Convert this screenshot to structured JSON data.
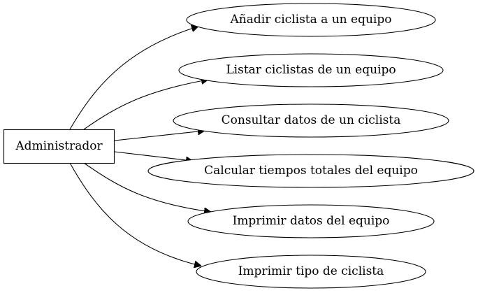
{
  "actor": {
    "label": "Administrador"
  },
  "use_cases": [
    {
      "label": "Añadir ciclista a un equipo"
    },
    {
      "label": "Listar ciclistas de un equipo"
    },
    {
      "label": "Consultar datos de un ciclista"
    },
    {
      "label": "Calcular tiempos totales del equipo"
    },
    {
      "label": "Imprimir datos del equipo"
    },
    {
      "label": "Imprimir tipo de ciclista"
    }
  ],
  "edges": [
    {
      "from": "actor",
      "to": 0
    },
    {
      "from": "actor",
      "to": 1
    },
    {
      "from": "actor",
      "to": 2
    },
    {
      "from": "actor",
      "to": 3
    },
    {
      "from": "actor",
      "to": 4
    },
    {
      "from": "actor",
      "to": 5
    }
  ],
  "colors": {
    "stroke": "#000000",
    "fill": "#ffffff"
  }
}
